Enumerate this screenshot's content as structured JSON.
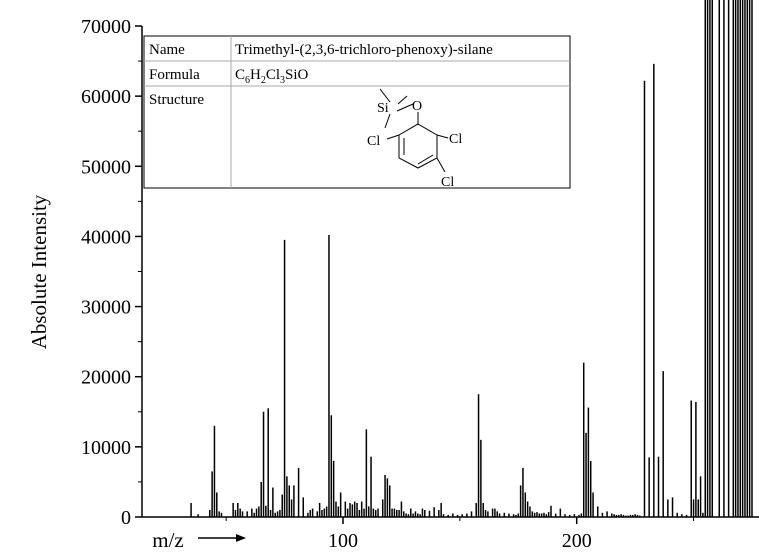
{
  "chart_data": {
    "type": "bar",
    "ylabel": "Absolute Intensity",
    "xlabel": "m/z",
    "xlim": [
      14,
      278
    ],
    "ylim": [
      0,
      70000
    ],
    "x_ticks": [
      100,
      200
    ],
    "y_ticks": [
      0,
      10000,
      20000,
      30000,
      40000,
      50000,
      60000,
      70000
    ],
    "grid": false,
    "x": [
      35,
      38,
      43,
      44,
      45,
      46,
      47,
      48,
      53,
      54,
      55,
      56,
      57,
      59,
      61,
      62,
      63,
      64,
      65,
      66,
      67,
      68,
      69,
      70,
      71,
      72,
      73,
      74,
      75,
      76,
      77,
      78,
      79,
      81,
      83,
      85,
      86,
      87,
      89,
      90,
      91,
      92,
      93,
      94,
      95,
      96,
      97,
      98,
      99,
      101,
      102,
      103,
      104,
      105,
      106,
      107,
      108,
      109,
      110,
      111,
      112,
      113,
      114,
      115,
      117,
      118,
      119,
      120,
      121,
      122,
      123,
      124,
      125,
      126,
      127,
      128,
      129,
      130,
      131,
      132,
      133,
      134,
      135,
      137,
      139,
      141,
      142,
      143,
      145,
      147,
      149,
      151,
      153,
      155,
      157,
      158,
      159,
      160,
      161,
      162,
      164,
      165,
      166,
      167,
      169,
      171,
      173,
      174,
      175,
      176,
      177,
      178,
      179,
      180,
      181,
      182,
      183,
      184,
      185,
      186,
      187,
      188,
      189,
      191,
      193,
      195,
      197,
      199,
      201,
      202,
      203,
      204,
      205,
      206,
      207,
      209,
      211,
      213,
      215,
      216,
      217,
      218,
      219,
      220,
      221,
      222,
      223,
      224,
      225,
      226,
      227,
      229,
      231,
      233,
      235,
      237,
      239,
      241,
      243,
      245,
      247,
      249,
      250,
      251,
      252,
      253,
      254,
      255,
      256,
      257,
      258,
      261,
      263,
      265,
      267,
      268,
      269,
      270,
      271,
      272,
      273,
      274,
      275
    ],
    "values": [
      2000,
      400,
      1000,
      6500,
      13000,
      3500,
      800,
      600,
      2000,
      1000,
      2000,
      1200,
      800,
      800,
      1200,
      600,
      1200,
      1500,
      5000,
      15000,
      1600,
      15500,
      1000,
      4200,
      600,
      800,
      1000,
      3200,
      39500,
      5800,
      4500,
      2500,
      4500,
      7000,
      2800,
      600,
      1000,
      1200,
      800,
      2000,
      1000,
      1200,
      1500,
      40200,
      14500,
      8000,
      2200,
      1500,
      3500,
      2200,
      1200,
      2000,
      1800,
      2200,
      2000,
      1000,
      2200,
      1200,
      12500,
      1500,
      8600,
      1200,
      1000,
      1200,
      2500,
      6000,
      5500,
      4500,
      1200,
      1200,
      1000,
      1000,
      2200,
      800,
      500,
      400,
      1200,
      500,
      800,
      500,
      400,
      1200,
      1000,
      900,
      1400,
      1000,
      2000,
      400,
      300,
      500,
      300,
      400,
      500,
      800,
      2000,
      17500,
      11000,
      2000,
      1000,
      800,
      1200,
      1200,
      800,
      500,
      600,
      500,
      400,
      300,
      500,
      4500,
      7000,
      3500,
      2200,
      1500,
      800,
      600,
      700,
      500,
      500,
      600,
      400,
      700,
      1600,
      500,
      1200,
      400,
      300,
      400,
      300,
      500,
      22000,
      12000,
      15600,
      8000,
      3500,
      1500,
      600,
      800,
      500,
      400,
      300,
      300,
      400,
      300,
      200,
      200,
      300,
      300,
      400,
      300,
      200,
      62200,
      8500,
      64600,
      8600,
      20800,
      2500,
      2800,
      600,
      400,
      300,
      16600,
      2500,
      16400,
      2500,
      5800,
      600
    ]
  },
  "info_box": {
    "rows": [
      {
        "label": "Name",
        "value": "Trimethyl-(2,3,6-trichloro-phenoxy)-silane"
      },
      {
        "label": "Formula"
      },
      {
        "label": "Structure"
      }
    ],
    "formula_parts": [
      "C",
      "6",
      "H",
      "2",
      "Cl",
      "3",
      "SiO"
    ],
    "structure_labels": {
      "si": "Si",
      "o": "O",
      "cl_left": "Cl",
      "cl_right": "Cl",
      "cl_bottom": "Cl"
    }
  }
}
